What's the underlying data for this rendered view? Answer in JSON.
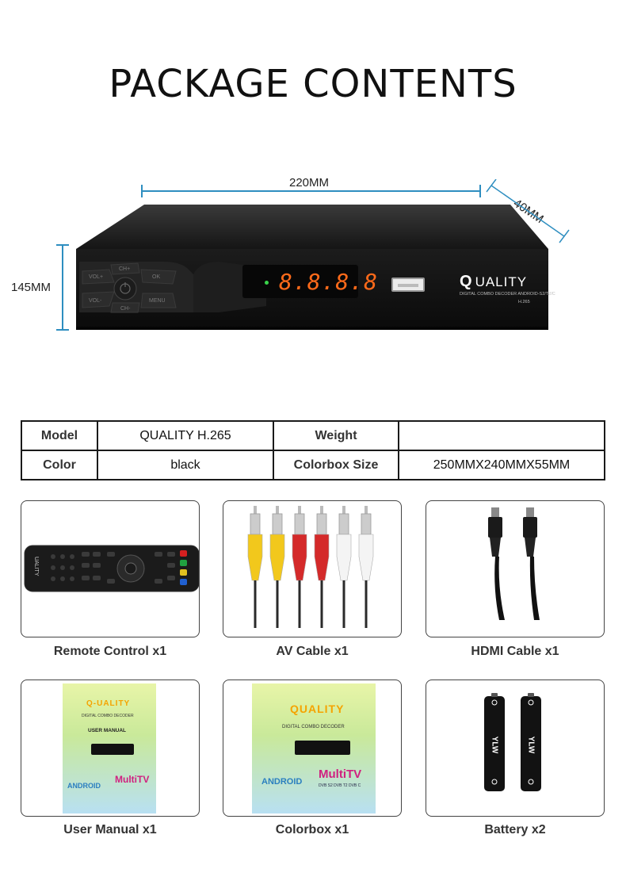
{
  "title": "PACKAGE CONTENTS",
  "dimensions": {
    "width": "220MM",
    "depth": "40MM",
    "height": "145MM"
  },
  "device": {
    "display_digits": "8.8.8.8",
    "brand": "UALITY",
    "brand_initial": "Q",
    "subtitle": "DIGITAL COMBO DECODER ANDROID-S2/T2/C",
    "model_code": "H.265",
    "buttons": [
      "VOL+",
      "CH+",
      "OK",
      "VOL-",
      "CH-",
      "MENU"
    ]
  },
  "specs": {
    "model_label": "Model",
    "model_value": "QUALITY H.265",
    "weight_label": "Weight",
    "weight_value": "",
    "color_label": "Color",
    "color_value": "black",
    "colorbox_label": "Colorbox Size",
    "colorbox_value": "250MMX240MMX55MM"
  },
  "items": [
    {
      "label": "Remote Control x1",
      "remote_brand": "UALITY"
    },
    {
      "label": "AV Cable x1"
    },
    {
      "label": "HDMI Cable x1"
    },
    {
      "label": "User Manual x1",
      "brand": "UALITY",
      "subtitle": "DIGITAL COMBO DECODER",
      "manual_title": "USER MANUAL",
      "android": "ANDROID",
      "multitv": "MultiTV"
    },
    {
      "label": "Colorbox x1",
      "brand": "UALITY",
      "subtitle": "DIGITAL COMBO DECODER",
      "android": "ANDROID",
      "multitv": "MultiTV",
      "dvb": "DVB S2 DVB T2 DVB C"
    },
    {
      "label": "Battery x2",
      "battery_brand": "YLW"
    }
  ],
  "colors": {
    "accent_blue": "#2e8ec0",
    "display_orange": "#ff6a1a",
    "device_black": "#111111"
  }
}
